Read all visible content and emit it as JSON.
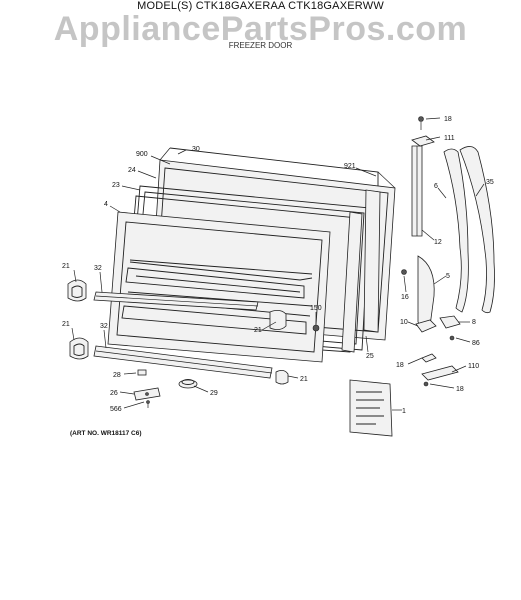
{
  "header": {
    "model_line": "MODEL(S) CTK18GAXERAA  CTK18GAXERWW",
    "section_title": "FREEZER DOOR",
    "watermark": "AppliancePartsPros.com"
  },
  "footer": {
    "art_number": "(ART NO. WR18117 C6)"
  },
  "callouts": [
    "900",
    "30",
    "24",
    "23",
    "4",
    "921",
    "21",
    "32",
    "150",
    "21",
    "25",
    "21",
    "32",
    "28",
    "26",
    "566",
    "29",
    "21",
    "18",
    "111",
    "6",
    "35",
    "12",
    "16",
    "5",
    "10",
    "8",
    "86",
    "18",
    "110",
    "18",
    "1"
  ]
}
